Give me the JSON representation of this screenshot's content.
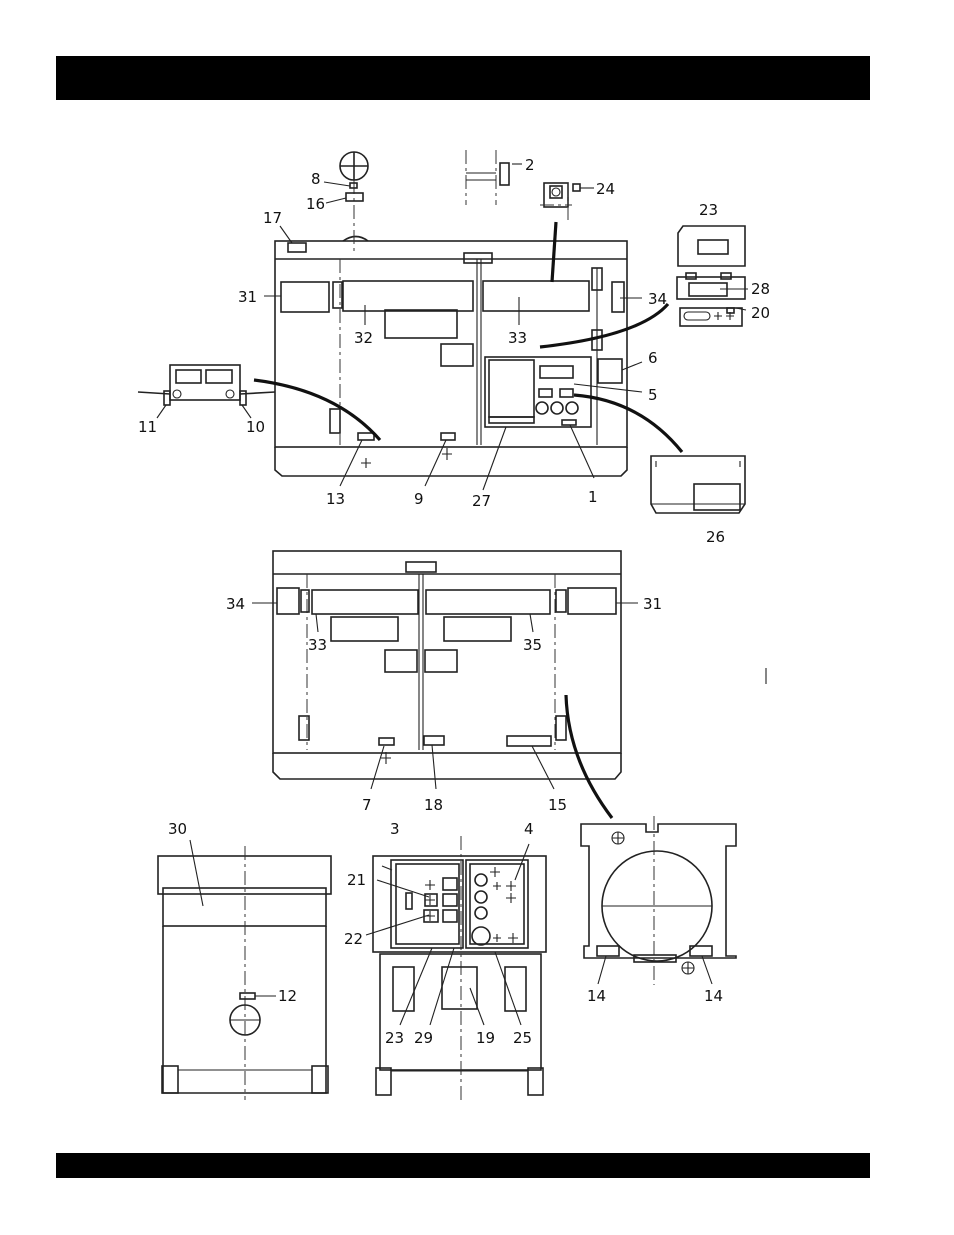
{
  "header_bar": {
    "color": "#000000"
  },
  "footer_bar": {
    "color": "#000000"
  },
  "callouts": {
    "c1": "1",
    "c2": "2",
    "c3": "3",
    "c4": "4",
    "c5": "5",
    "c6": "6",
    "c7": "7",
    "c8": "8",
    "c9": "9",
    "c10": "10",
    "c11": "11",
    "c12": "12",
    "c13": "13",
    "c14a": "14",
    "c14b": "14",
    "c15": "15",
    "c16": "16",
    "c17": "17",
    "c18": "18",
    "c19": "19",
    "c20": "20",
    "c21": "21",
    "c22": "22",
    "c23a": "23",
    "c23b": "23",
    "c24": "24",
    "c25": "25",
    "c26": "26",
    "c27": "27",
    "c28": "28",
    "c29": "29",
    "c30": "30",
    "c31a": "31",
    "c31b": "31",
    "c32": "32",
    "c33a": "33",
    "c33b": "33",
    "c34a": "34",
    "c34b": "34",
    "c35": "35"
  }
}
